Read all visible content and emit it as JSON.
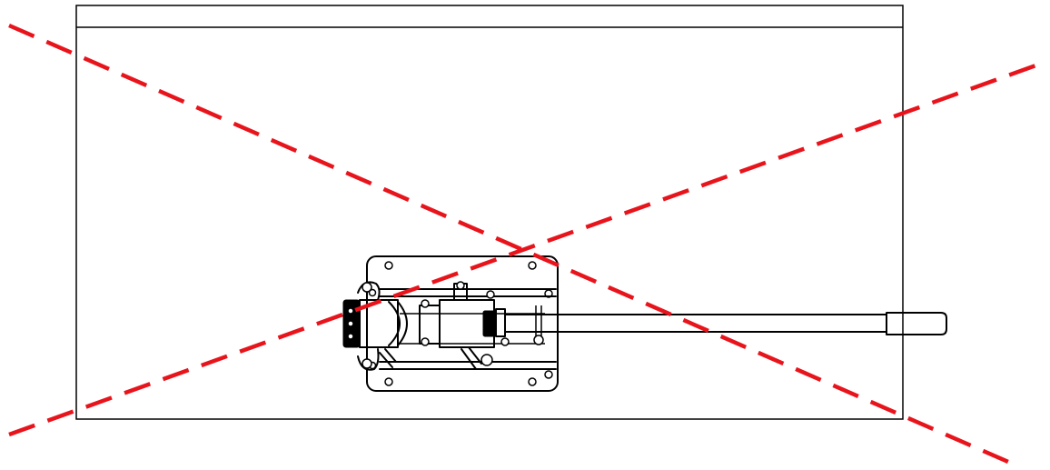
{
  "drawing": {
    "view": "top view",
    "parts": [
      "enclosure-frame",
      "base-plate",
      "clamp-block",
      "mounting-holes",
      "guide-rails",
      "slider-carriage",
      "lever-handle",
      "handle-grip"
    ],
    "overlay": {
      "type": "cross-out",
      "color": "#e8141c",
      "style": "dashed"
    },
    "line_color": "#000000",
    "background": "#ffffff"
  }
}
